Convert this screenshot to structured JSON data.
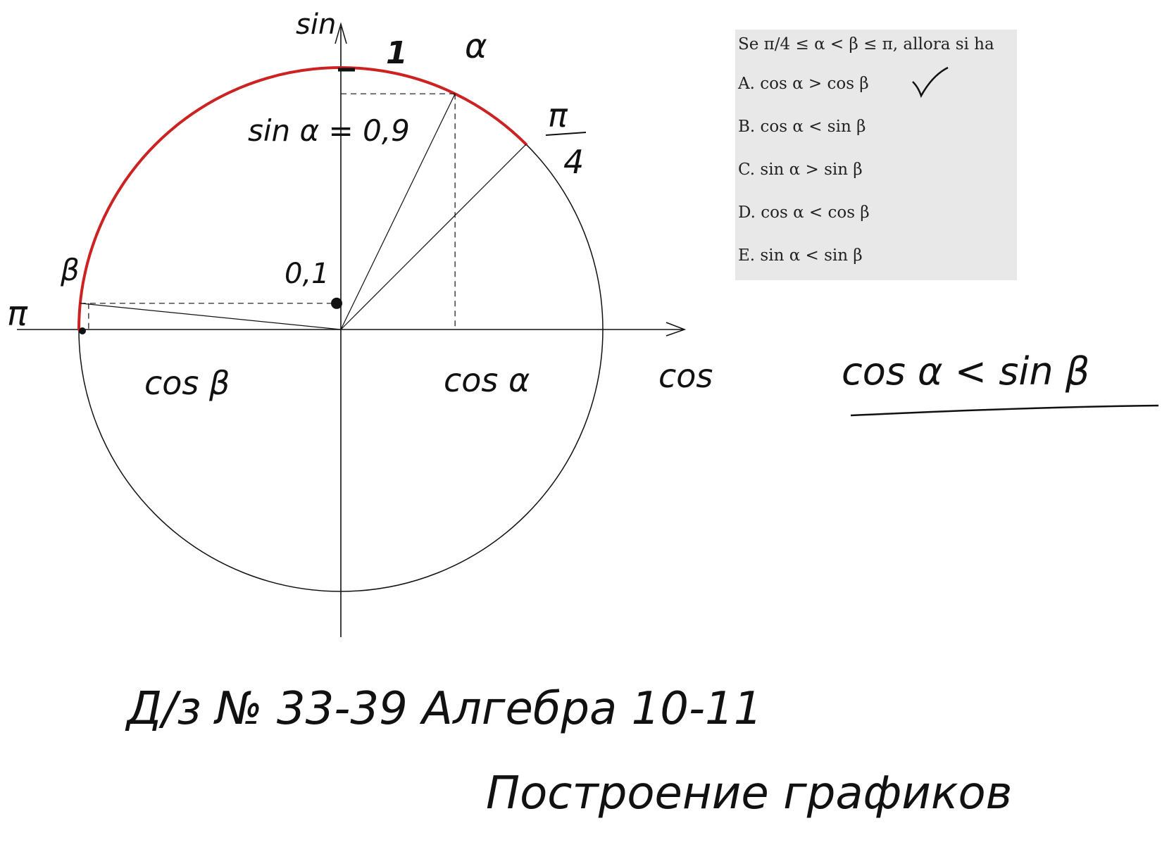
{
  "diagram": {
    "labels": {
      "sin_axis": "sin",
      "cos_axis": "cos",
      "one": "1",
      "alpha": "α",
      "pi_over_4_num": "π",
      "pi_over_4_den": "4",
      "sin_alpha": "sin α = 0,9",
      "beta": "β",
      "point_01": "0,1",
      "pi": "π",
      "cos_beta": "cos β",
      "cos_alpha": "cos α"
    },
    "values": {
      "sin_alpha": 0.9,
      "sin_beta": 0.1
    },
    "colors": {
      "ink": "#111111",
      "arc": "#cc2222"
    }
  },
  "quiz": {
    "title": "Se π/4 ≤ α < β ≤ π, allora si ha",
    "options": [
      {
        "label": "A. cos α > cos β"
      },
      {
        "label": "B. cos α < sin β"
      },
      {
        "label": "C. sin α > sin β"
      },
      {
        "label": "D. cos α < cos β"
      },
      {
        "label": "E. sin α < sin β"
      }
    ],
    "checked": "A",
    "background": "#e8e8e8"
  },
  "notes": {
    "result": "cos α < sin β",
    "homework_line1": "Д/з № 33-39  Алгебра 10-11",
    "homework_line2": "Построение графиков"
  }
}
